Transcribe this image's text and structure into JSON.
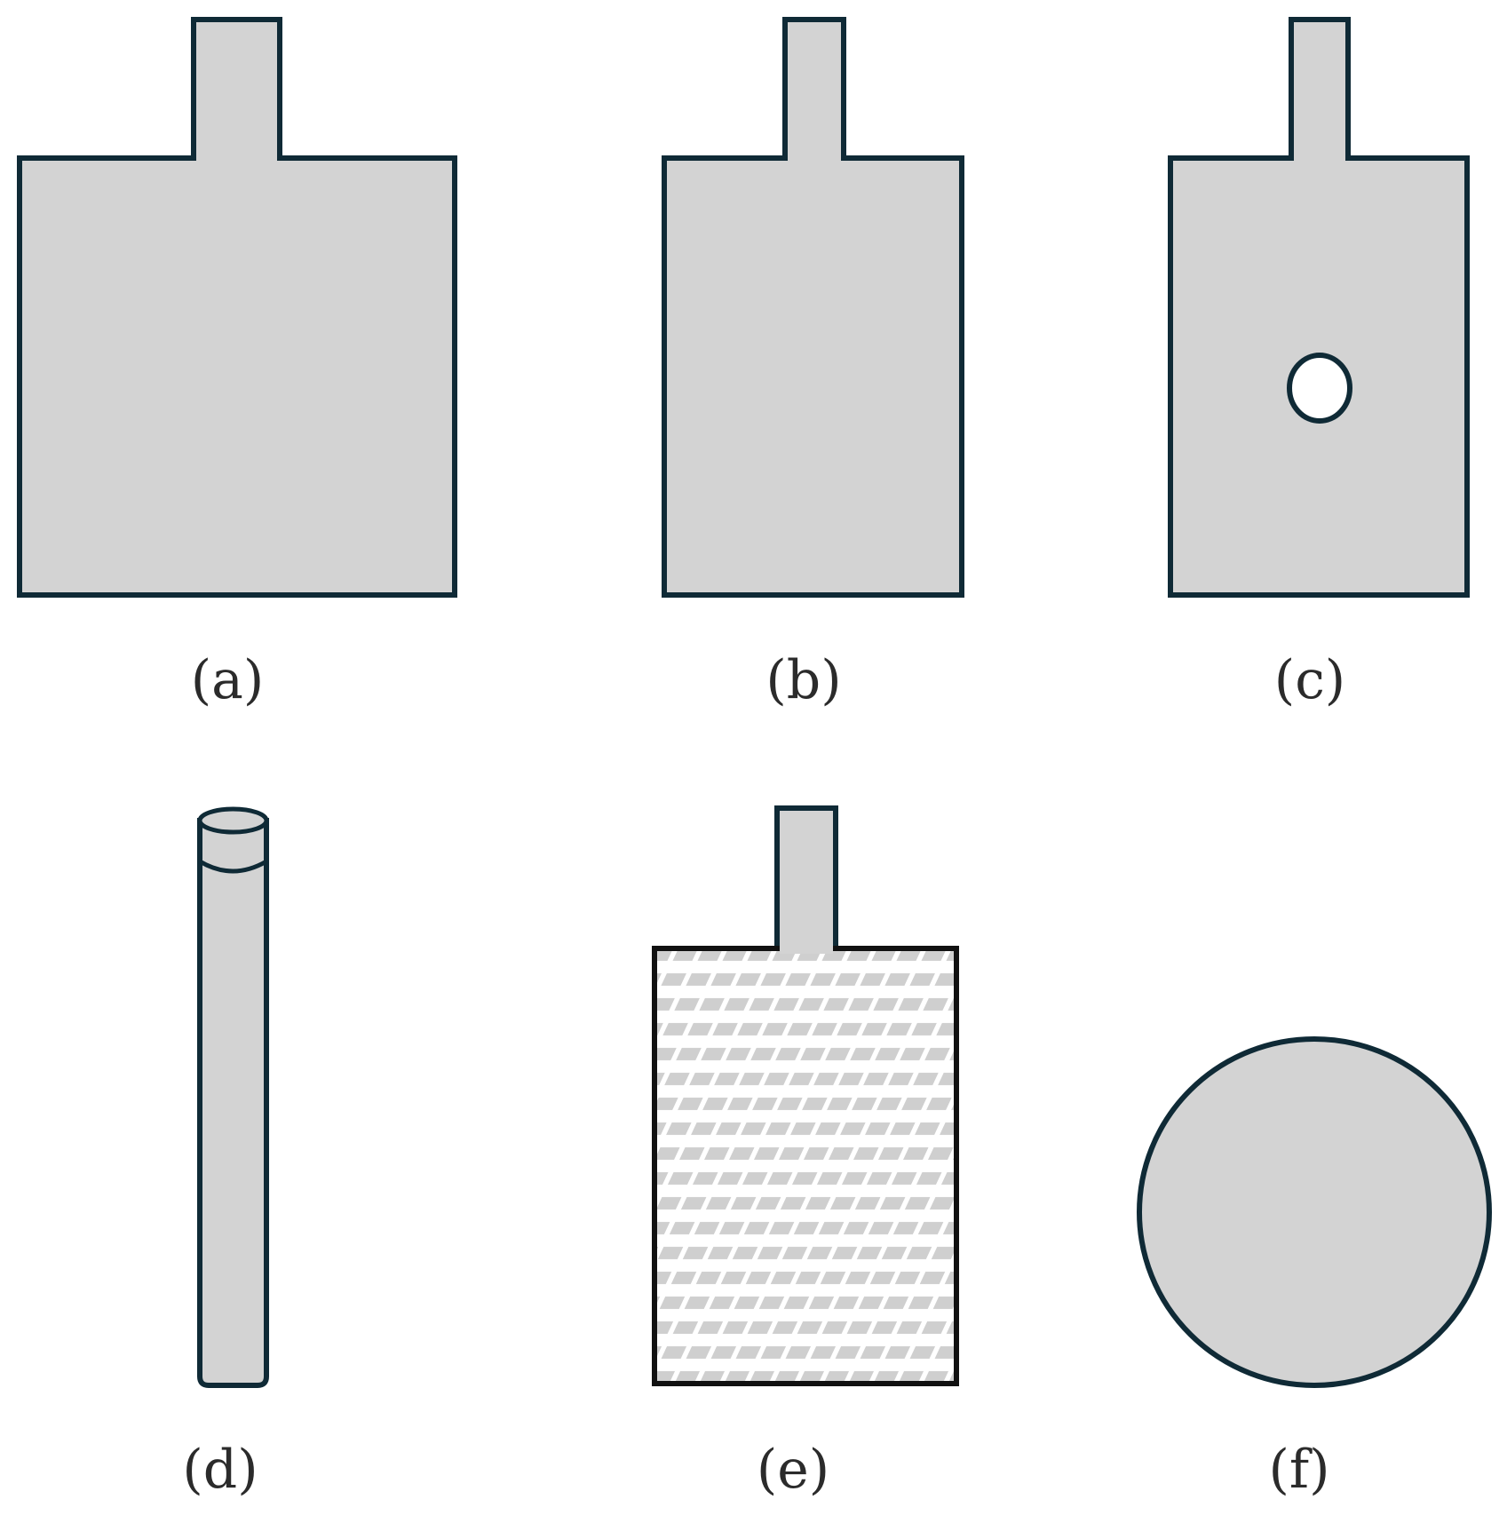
{
  "colors": {
    "fill": "#d3d3d3",
    "stroke": "#0f2a36",
    "hole": "#ffffff",
    "mesh_stroke": "#111111",
    "mesh_hatch": "#cfcfcf",
    "background": "#ffffff"
  },
  "panels": [
    {
      "id": "a",
      "label": "(a)",
      "shape": "square-plate-with-tab"
    },
    {
      "id": "b",
      "label": "(b)",
      "shape": "rectangular-plate-with-tab"
    },
    {
      "id": "c",
      "label": "(c)",
      "shape": "rectangular-plate-with-tab-and-hole"
    },
    {
      "id": "d",
      "label": "(d)",
      "shape": "cylindrical-rod"
    },
    {
      "id": "e",
      "label": "(e)",
      "shape": "mesh-plate-with-tab"
    },
    {
      "id": "f",
      "label": "(f)",
      "shape": "disc"
    }
  ]
}
